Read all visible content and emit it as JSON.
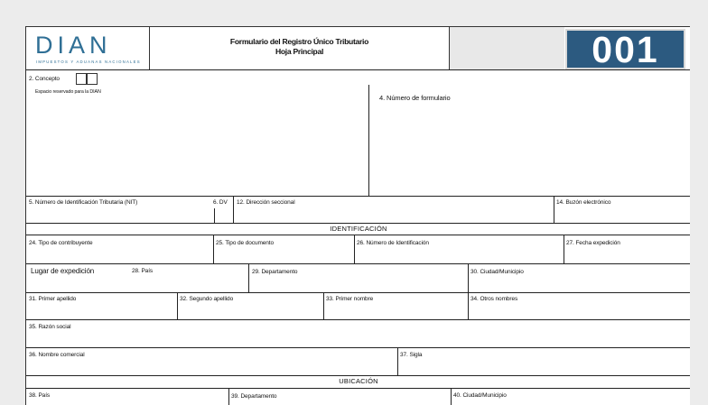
{
  "header": {
    "logo": "DIAN",
    "logo_sub": "IMPUESTOS Y ADUANAS NACIONALES",
    "title_line1": "Formulario del Registro Único Tributario",
    "title_line2": "Hoja Principal",
    "form_number": "001"
  },
  "fields": {
    "concepto": "2. Concepto",
    "espacio": "Espacio reservado para la DIAN",
    "numero_formulario": "4. Número de formulario",
    "nit": "5. Número de Identificación Tributaria (NIT)",
    "dv": "6. DV",
    "direccion_seccional": "12. Dirección seccional",
    "buzon": "14. Buzón electrónico",
    "tipo_contribuyente": "24. Tipo de contribuyente",
    "tipo_documento": "25. Tipo de documento",
    "numero_identificacion": "26. Número de Identificación",
    "fecha_expedicion": "27. Fecha expedición",
    "lugar_expedicion": "Lugar de expedición",
    "pais": "28. País",
    "departamento": "29. Departamento",
    "ciudad": "30. Ciudad/Municipio",
    "primer_apellido": "31. Primer apellido",
    "segundo_apellido": "32. Segundo apellido",
    "primer_nombre": "33. Primer nombre",
    "otros_nombres": "34. Otros nombres",
    "razon_social": "35. Razón social",
    "nombre_comercial": "36. Nombre comercial",
    "sigla": "37. Sigla",
    "ub_pais": "38. País",
    "ub_departamento": "39. Departamento",
    "ub_ciudad": "40. Ciudad/Municipio"
  },
  "sections": {
    "identificacion": "IDENTIFICACIÓN",
    "ubicacion": "UBICACIÓN"
  }
}
